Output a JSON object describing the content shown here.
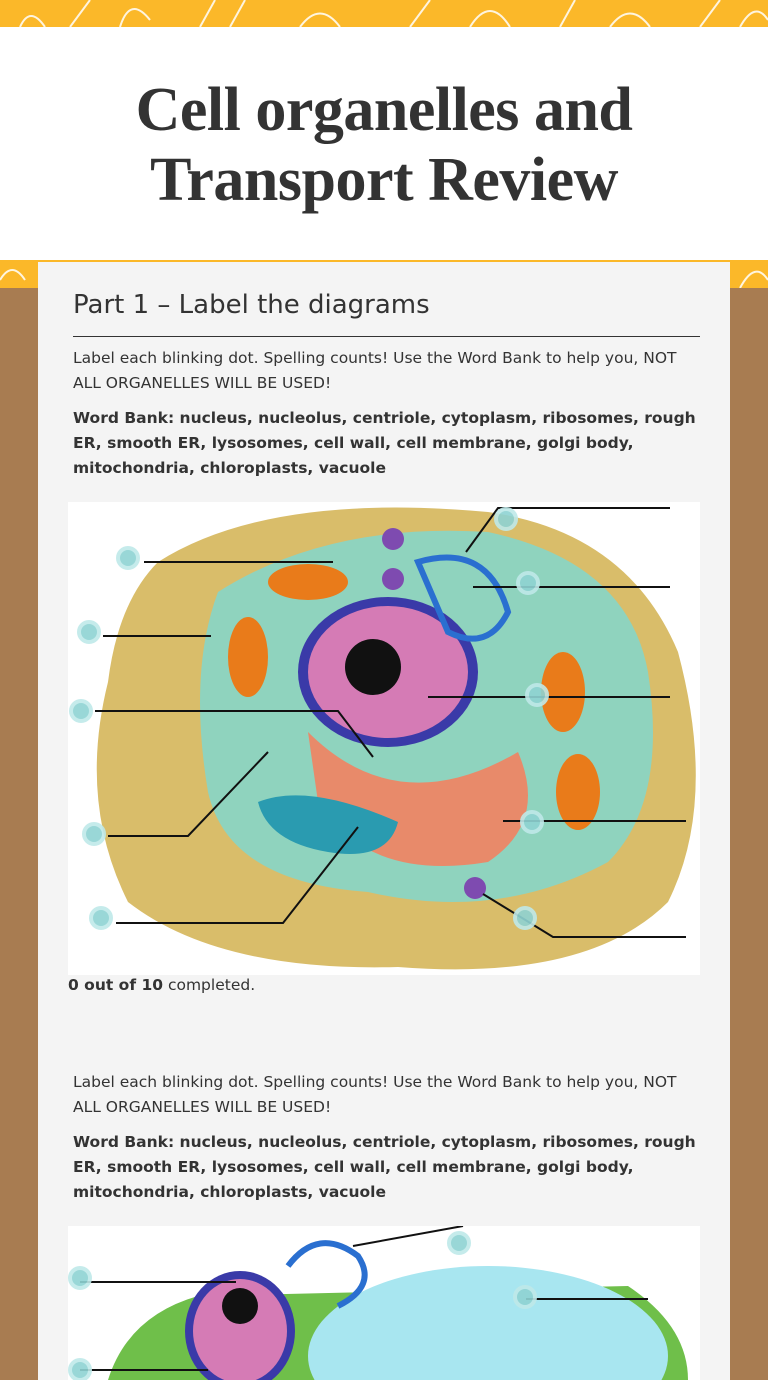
{
  "header": {
    "title": "Cell organelles and Transport Review"
  },
  "part1": {
    "heading": "Part 1 – Label the diagrams",
    "section1": {
      "instructions": "Label each blinking dot. Spelling counts! Use the Word Bank to help you, NOT ALL ORGANELLES WILL BE USED!",
      "word_bank": "Word Bank: nucleus, nucleolus, centriole, cytoplasm, ribosomes, rough ER, smooth ER, lysosomes, cell wall, cell membrane, golgi body, mitochondria, chloroplasts, vacuole",
      "score_bold": "0 out of 10",
      "score_rest": " completed."
    },
    "section2": {
      "instructions": "Label each blinking dot. Spelling counts! Use the Word Bank to help you, NOT ALL ORGANELLES WILL BE USED!",
      "word_bank": "Word Bank: nucleus, nucleolus, centriole, cytoplasm, ribosomes, rough ER, smooth ER, lysosomes, cell wall, cell membrane, golgi body, mitochondria, chloroplasts, vacuole"
    }
  },
  "colors": {
    "band": "#fbb829",
    "background": "#a87c51",
    "card": "#f4f4f4",
    "dot": "#8fd3d3"
  }
}
